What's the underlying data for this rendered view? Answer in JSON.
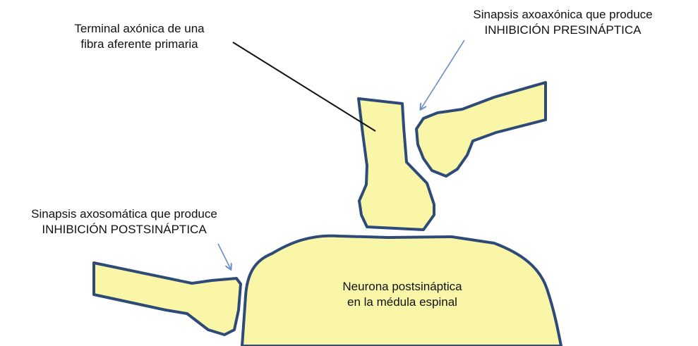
{
  "diagram": {
    "colors": {
      "fill": "#FAF6A8",
      "outline": "#2E4A78",
      "pointer_dark": "#111111",
      "pointer_blue": "#6A8EC4"
    },
    "labels": {
      "terminal": [
        "Terminal axónica de una",
        "fibra aferente primaria"
      ],
      "axoaxonic": [
        "Sinapsis axoaxónica que produce",
        "INHIBICIÓN PRESINÁPTICA"
      ],
      "axosomatic": [
        "Sinapsis axosomática que produce",
        "INHIBICIÓN POSTSINÁPTICA"
      ],
      "neuron": [
        "Neurona postsináptica",
        "en la médula espinal"
      ]
    }
  }
}
